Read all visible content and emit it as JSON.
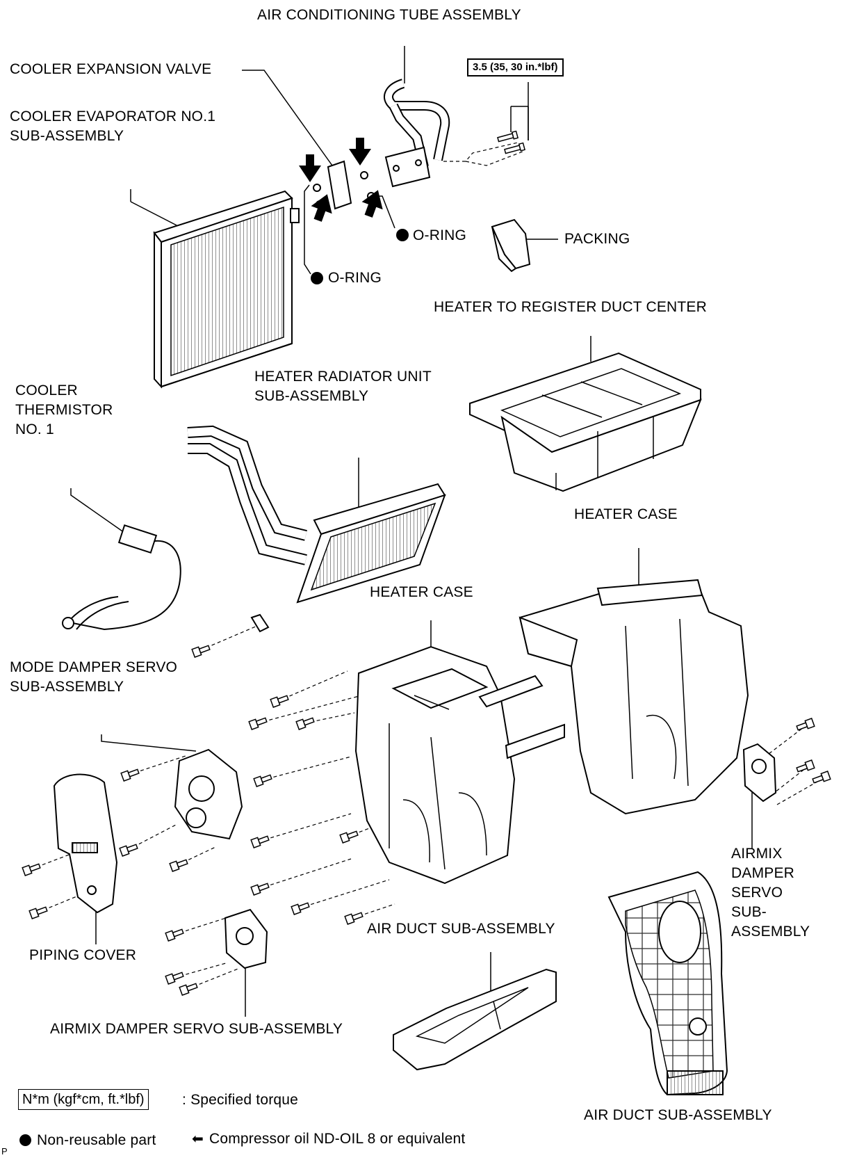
{
  "labels": {
    "air_conditioning_tube_assembly": "AIR CONDITIONING TUBE ASSEMBLY",
    "cooler_expansion_valve": "COOLER EXPANSION VALVE",
    "cooler_evaporator_line1": "COOLER EVAPORATOR NO.1",
    "cooler_evaporator_line2": "SUB-ASSEMBLY",
    "torque_value": "3.5 (35, 30 in.*lbf)",
    "o_ring_upper": "O-RING",
    "o_ring_lower": "O-RING",
    "packing": "PACKING",
    "heater_to_register_duct_center": "HEATER TO REGISTER DUCT CENTER",
    "heater_radiator_line1": "HEATER RADIATOR UNIT",
    "heater_radiator_line2": "SUB-ASSEMBLY",
    "cooler_thermistor_line1": "COOLER",
    "cooler_thermistor_line2": "THERMISTOR",
    "cooler_thermistor_line3": "NO. 1",
    "heater_case_right": "HEATER CASE",
    "heater_case_left": "HEATER CASE",
    "mode_damper_servo_line1": "MODE DAMPER SERVO",
    "mode_damper_servo_line2": "SUB-ASSEMBLY",
    "airmix_right_line1": "AIRMIX",
    "airmix_right_line2": "DAMPER",
    "airmix_right_line3": "SERVO",
    "airmix_right_line4": "SUB-",
    "airmix_right_line5": "ASSEMBLY",
    "air_duct_center": "AIR DUCT SUB-ASSEMBLY",
    "piping_cover": "PIPING COVER",
    "airmix_bottom": "AIRMIX DAMPER SERVO SUB-ASSEMBLY",
    "air_duct_right": "AIR DUCT SUB-ASSEMBLY"
  },
  "legend": {
    "torque_units": "N*m (kgf*cm, ft.*lbf)",
    "torque_desc": ": Specified torque",
    "non_reusable": "Non-reusable part",
    "compressor_oil": "Compressor oil ND-OIL 8 or equivalent"
  },
  "corner_mark": "P"
}
